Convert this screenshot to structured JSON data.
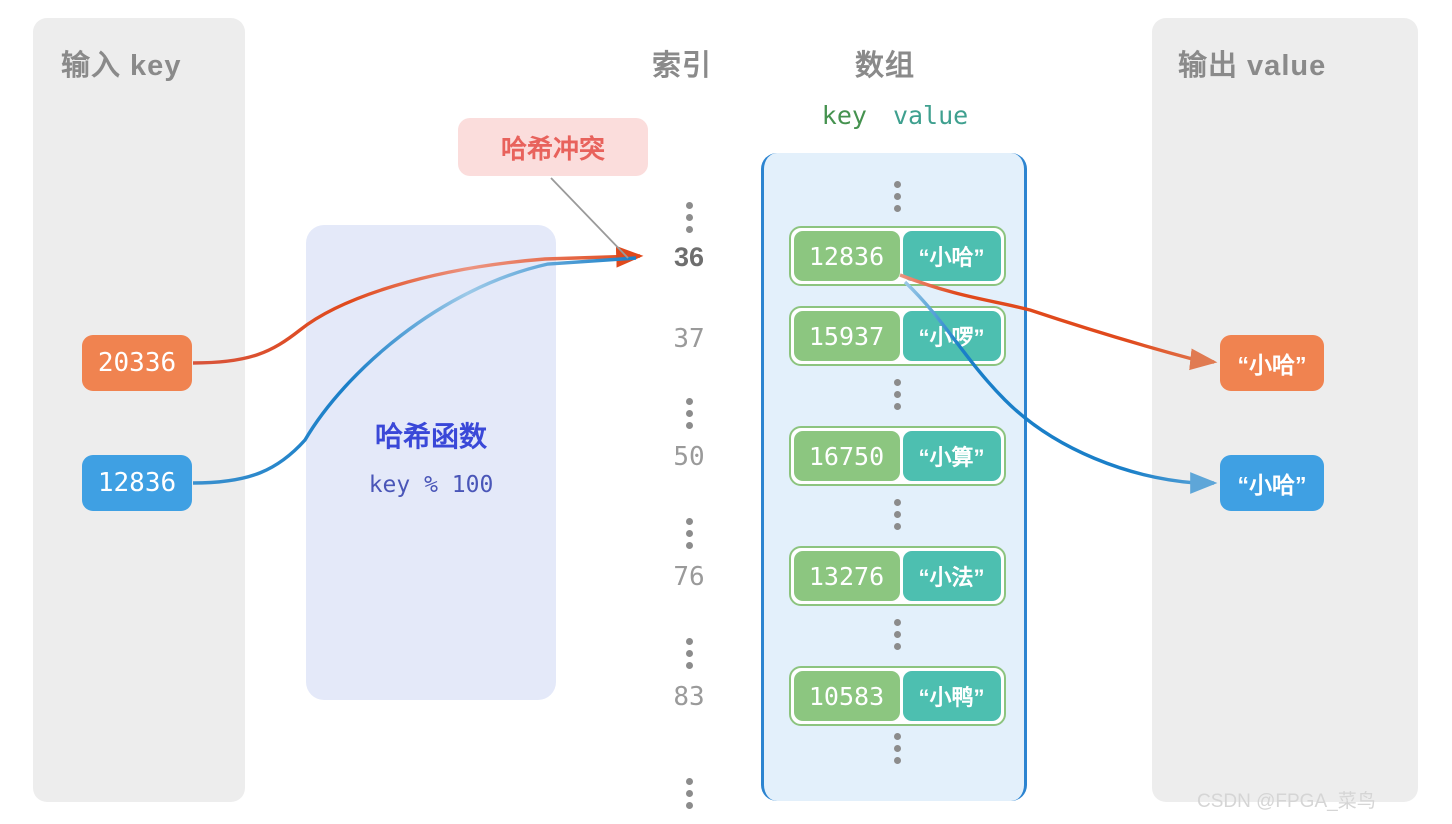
{
  "panels": {
    "input": {
      "title": "输入 key"
    },
    "output": {
      "title": "输出 value"
    }
  },
  "columns": {
    "index_title": "索引",
    "array_title": "数组",
    "key_header": "key",
    "value_header": "value"
  },
  "input_keys": [
    {
      "label": "20336",
      "color": "#F08350"
    },
    {
      "label": "12836",
      "color": "#3FA0E3"
    }
  ],
  "output_values": [
    {
      "label": "“小哈”",
      "color": "#F08350"
    },
    {
      "label": "“小哈”",
      "color": "#3FA0E3"
    }
  ],
  "hash_function": {
    "title": "哈希函数",
    "formula": "key % 100"
  },
  "annotation": {
    "collision_label": "哈希冲突"
  },
  "index_rows": [
    {
      "label": "⋮",
      "type": "dots",
      "highlight": false
    },
    {
      "label": "36",
      "type": "value",
      "highlight": true
    },
    {
      "label": "37",
      "type": "value",
      "highlight": false
    },
    {
      "label": "⋮",
      "type": "dots",
      "highlight": false
    },
    {
      "label": "50",
      "type": "value",
      "highlight": false
    },
    {
      "label": "⋮",
      "type": "dots",
      "highlight": false
    },
    {
      "label": "76",
      "type": "value",
      "highlight": false
    },
    {
      "label": "⋮",
      "type": "dots",
      "highlight": false
    },
    {
      "label": "83",
      "type": "value",
      "highlight": false
    },
    {
      "label": "⋮",
      "type": "dots",
      "highlight": false
    }
  ],
  "array_rows": [
    {
      "type": "dots"
    },
    {
      "type": "cell",
      "key": "12836",
      "value": "“小哈”"
    },
    {
      "type": "cell",
      "key": "15937",
      "value": "“小啰”"
    },
    {
      "type": "dots"
    },
    {
      "type": "cell",
      "key": "16750",
      "value": "“小算”"
    },
    {
      "type": "dots"
    },
    {
      "type": "cell",
      "key": "13276",
      "value": "“小法”"
    },
    {
      "type": "dots"
    },
    {
      "type": "cell",
      "key": "10583",
      "value": "“小鸭”"
    },
    {
      "type": "dots"
    }
  ],
  "colors": {
    "orange": "#F08350",
    "orange_dark": "#E0491C",
    "blue": "#3FA0E3",
    "blue_dark": "#1A7FC8",
    "green_key": "#8CC680",
    "teal_value": "#4DBFB0",
    "array_bg": "#E3F0FB",
    "array_border": "#2C84D0",
    "panel_bg": "#EDEDED",
    "hash_bg": "#E4E9F9",
    "hash_text": "#3A48D8",
    "collision_bg": "#FBDDDC",
    "collision_text": "#E8625C",
    "label_gray": "#8A8A8A"
  },
  "watermark": "CSDN @FPGA_菜鸟"
}
